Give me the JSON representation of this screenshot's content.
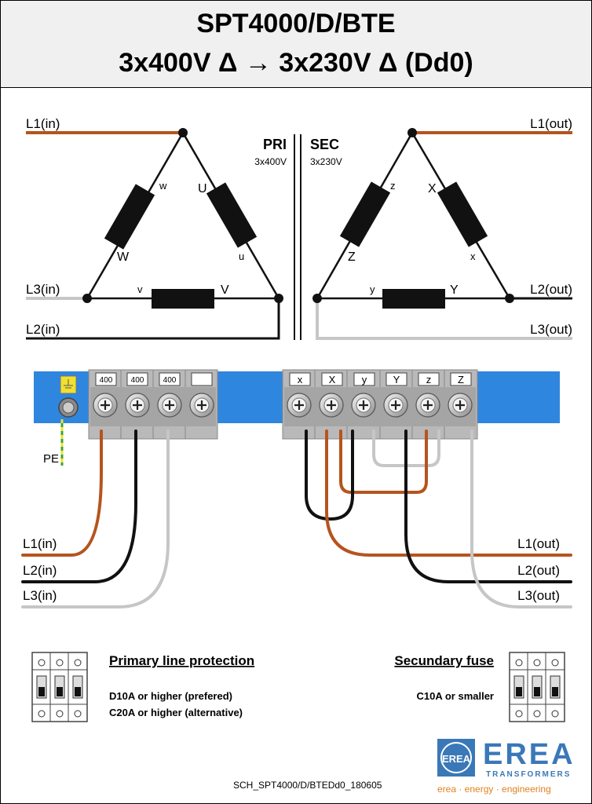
{
  "header": {
    "model": "SPT4000/D/BTE",
    "rating": "3x400V Δ → 3x230V Δ  (Dd0)"
  },
  "schematic": {
    "pri_label": "PRI",
    "pri_voltage": "3x400V",
    "sec_label": "SEC",
    "sec_voltage": "3x230V",
    "pri_lines": [
      "L1(in)",
      "L3(in)",
      "L2(in)"
    ],
    "sec_lines": [
      "L1(out)",
      "L2(out)",
      "L3(out)"
    ],
    "pri_windings": {
      "w": "w",
      "U": "U",
      "W": "W",
      "u": "u",
      "v": "v",
      "V": "V"
    },
    "sec_windings": {
      "z": "z",
      "X": "X",
      "Z": "Z",
      "x": "x",
      "y": "y",
      "Y": "Y"
    }
  },
  "terminal_block": {
    "primary_terminals": [
      "400",
      "400",
      "400",
      ""
    ],
    "secondary_terminals": [
      "x",
      "X",
      "y",
      "Y",
      "z",
      "Z"
    ],
    "pe_label": "PE"
  },
  "wiring": {
    "inputs": [
      "L1(in)",
      "L2(in)",
      "L3(in)"
    ],
    "outputs": [
      "L1(out)",
      "L2(out)",
      "L3(out)"
    ]
  },
  "protection": {
    "primary_title": "Primary line protection",
    "primary_line1": "D10A or higher (prefered)",
    "primary_line2": "C20A or higher (alternative)",
    "secondary_title": "Secundary fuse",
    "secondary_line1": "C10A or smaller"
  },
  "footer": {
    "drawing_id": "SCH_SPT4000/D/BTEDd0_180605",
    "brand": "EREA",
    "brand_sub": "TRANSFORMERS",
    "logo_text": "EREA",
    "tagline": "erea · energy · engineering"
  },
  "colors": {
    "brown": "#b5541e",
    "black": "#111111",
    "grey": "#c6c6c6",
    "rail_blue": "#2f86de",
    "brand_blue": "#3a78b8",
    "tagline_orange": "#e0821e"
  }
}
